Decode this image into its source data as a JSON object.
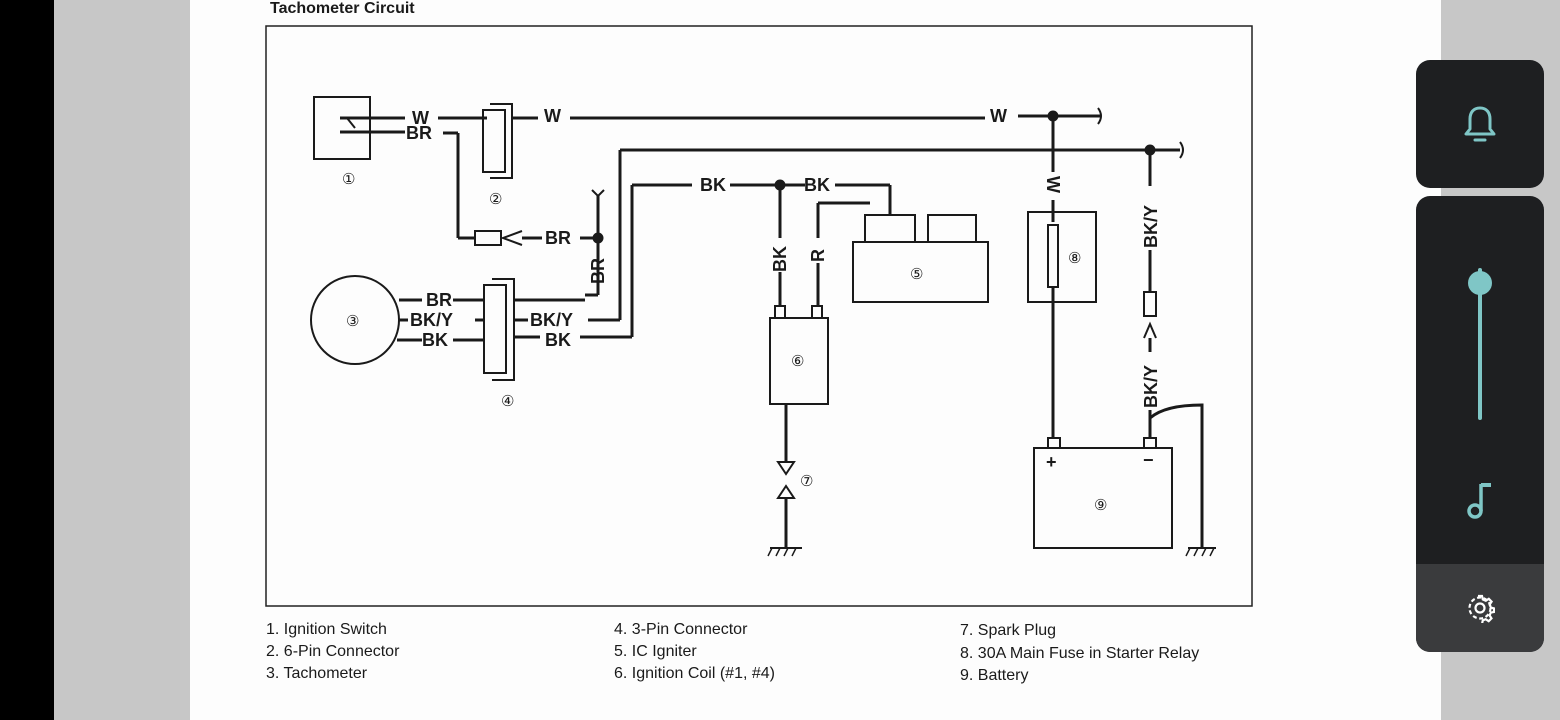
{
  "diagram": {
    "title": "Tachometer Circuit",
    "wire_labels": {
      "w": "W",
      "br": "BR",
      "bk": "BK",
      "bky": "BK/Y",
      "r": "R"
    },
    "component_numbers": [
      "①",
      "②",
      "③",
      "④",
      "⑤",
      "⑥",
      "⑦",
      "⑧",
      "⑨"
    ],
    "battery_plus": "+",
    "battery_minus": "−",
    "legend": [
      "1. Ignition Switch",
      "2. 6-Pin Connector",
      "3. Tachometer",
      "4. 3-Pin Connector",
      "5. IC Igniter",
      "6. Ignition Coil (#1, #4)",
      "7. Spark Plug",
      "8. 30A Main Fuse in Starter Relay",
      "9. Battery"
    ]
  },
  "volume_panel": {
    "ringer_icon": "bell-icon",
    "media_icon": "music-note-icon",
    "settings_icon": "gear-icon",
    "level": 0.9,
    "accent_color": "#7fc6c6"
  }
}
